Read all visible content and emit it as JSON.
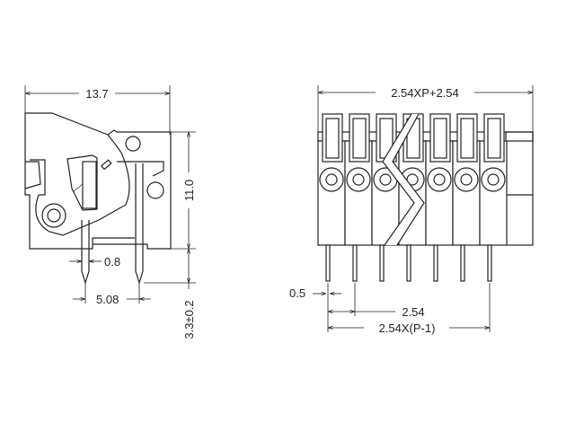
{
  "side_view": {
    "width_dim": "13.7",
    "height_dim": "11.0",
    "pin_length_dim": "3.3±0.2",
    "pin_width_dim": "0.8",
    "pin_pitch_dim": "5.08"
  },
  "front_view": {
    "total_width_dim": "2.54XP+2.54",
    "pin_width_dim": "0.5",
    "pitch_dim": "2.54",
    "span_dim": "2.54X(P-1)",
    "visible_positions": 7
  }
}
